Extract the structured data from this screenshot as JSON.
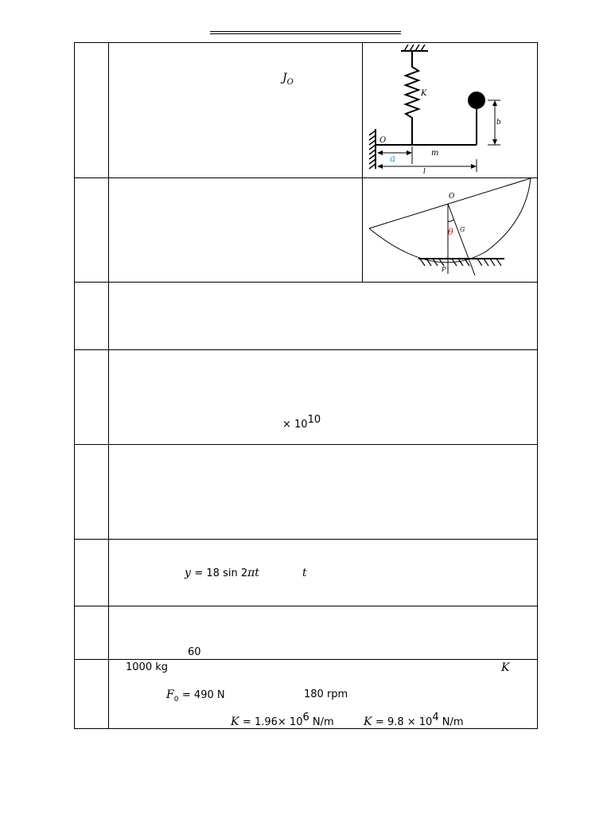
{
  "row1": {
    "symbol": "J",
    "symbol_sub": "O",
    "figure": {
      "spring": "K",
      "pivot": "O",
      "mass": "m",
      "dim_a": "a",
      "dim_l": "l",
      "dim_b": "b"
    }
  },
  "row2": {
    "figure": {
      "top": "O",
      "angle": "θ",
      "centroid": "G",
      "contact": "P"
    }
  },
  "row4": {
    "times": "× 10",
    "exp": "10"
  },
  "row6": {
    "eq_y": "y",
    "eq_rhs": "= 18 sin 2",
    "eq_pi": "πt",
    "var_t": "t"
  },
  "row7": {
    "value": "60"
  },
  "row8": {
    "mass": "1000 kg",
    "k_symbol": "K",
    "force_symbol": "F",
    "force_sub": "0",
    "force_rhs": "= 490 N",
    "speed": "180 rpm",
    "k1_symbol": "K",
    "k1_rhs": "= 1.96× 10",
    "k1_exp": "6",
    "k1_unit": " N/m",
    "k2_symbol": "K",
    "k2_rhs": "= 9.8 × 10",
    "k2_exp": "4",
    "k2_unit": " N/m"
  }
}
